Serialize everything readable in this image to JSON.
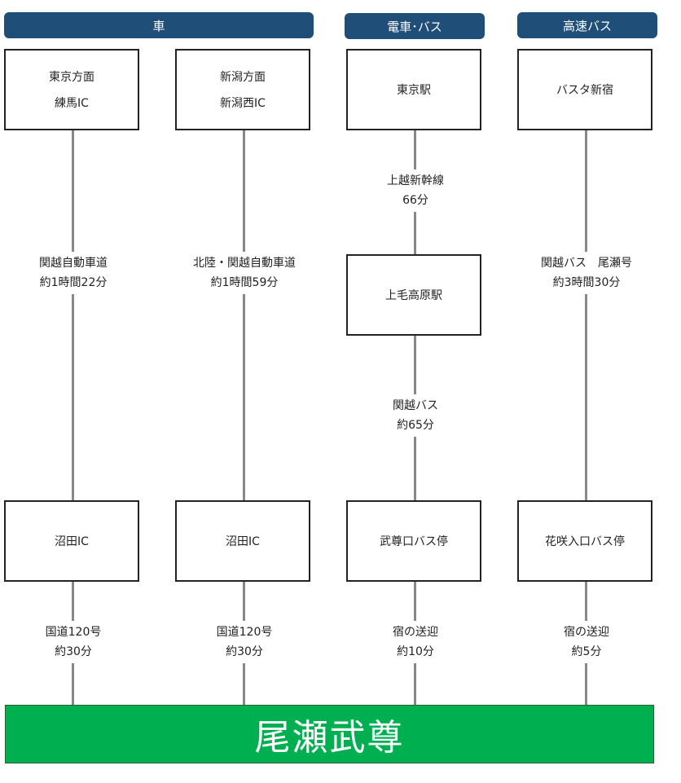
{
  "headers": {
    "car": "車",
    "train_bus": "電車･バス",
    "highway_bus": "高速バス"
  },
  "routes": [
    {
      "start_lines": [
        "東京方面",
        "練馬IC"
      ],
      "leg1": [
        "関越自動車道",
        "約1時間22分"
      ],
      "stop": "沼田IC",
      "leg_last": [
        "国道120号",
        "約30分"
      ]
    },
    {
      "start_lines": [
        "新潟方面",
        "新潟西IC"
      ],
      "leg1": [
        "北陸・関越自動車道",
        "約1時間59分"
      ],
      "stop": "沼田IC",
      "leg_last": [
        "国道120号",
        "約30分"
      ]
    },
    {
      "start_lines": [
        "東京駅"
      ],
      "leg1": [
        "上越新幹線",
        "66分"
      ],
      "mid_stop": "上毛高原駅",
      "leg2": [
        "関越バス",
        "約65分"
      ],
      "stop": "武尊口バス停",
      "leg_last": [
        "宿の送迎",
        "約10分"
      ]
    },
    {
      "start_lines": [
        "バスタ新宿"
      ],
      "leg1": [
        "関越バス　尾瀬号",
        "約3時間30分"
      ],
      "stop": "花咲入口バス停",
      "leg_last": [
        "宿の送迎",
        "約5分"
      ]
    }
  ],
  "destination": "尾瀬武尊",
  "colors": {
    "header_bg": "#1f4e79",
    "destination_bg": "#00b050",
    "connector": "#888888"
  }
}
